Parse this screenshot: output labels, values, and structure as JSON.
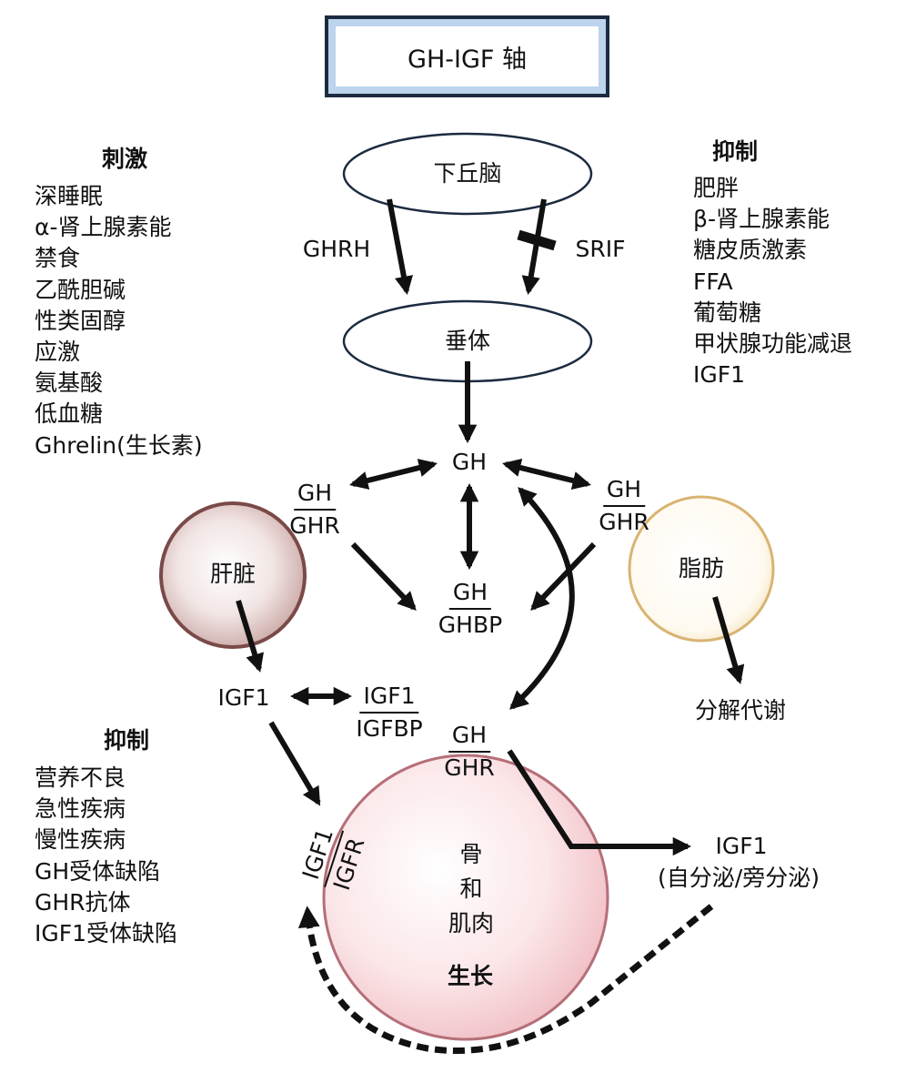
{
  "title": "GH-IGF 轴",
  "nodes": {
    "hypothalamus": "下丘脑",
    "pituitary": "垂体",
    "liver": "肝脏",
    "fat": "脂肪",
    "bone_muscle": [
      "骨",
      "和",
      "肌肉"
    ],
    "growth": "生长"
  },
  "hormones": {
    "ghrh": "GHRH",
    "srif": "SRIF",
    "gh": "GH",
    "igf1_liver": "IGF1",
    "igf1_auto": "IGF1",
    "auto_paracrine": "(自分泌/旁分泌)",
    "lipolysis": "分解代谢"
  },
  "fractions": {
    "gh_ghr_left": {
      "top": "GH",
      "bottom": "GHR"
    },
    "gh_ghr_right": {
      "top": "GH",
      "bottom": "GHR"
    },
    "gh_ghbp": {
      "top": "GH",
      "bottom": "GHBP"
    },
    "igf1_igfbp": {
      "top": "IGF1",
      "bottom": "IGFBP"
    },
    "gh_ghr_bone": {
      "top": "GH",
      "bottom": "GHR"
    },
    "igf1_igfr": {
      "top": "IGF1",
      "bottom": "IGFR"
    }
  },
  "stimulate": {
    "heading": "刺激",
    "items": [
      "深睡眠",
      "α-肾上腺素能",
      "禁食",
      "乙酰胆碱",
      "性类固醇",
      "应激",
      "氨基酸",
      "低血糖",
      "Ghrelin(生长素)"
    ]
  },
  "inhibit_top": {
    "heading": "抑制",
    "items": [
      "肥胖",
      "β-肾上腺素能",
      "糖皮质激素",
      "FFA",
      "葡萄糖",
      "甲状腺功能减退",
      "IGF1"
    ]
  },
  "inhibit_bottom": {
    "heading": "抑制",
    "items": [
      "营养不良",
      "急性疾病",
      "慢性疾病",
      "GH受体缺陷",
      "GHR抗体",
      "IGF1受体缺陷"
    ]
  },
  "colors": {
    "title_border": "#1d2b40",
    "title_fill": "#bcd4ec",
    "ellipse_stroke": "#1d2b40",
    "liver_stroke": "#7a4a48",
    "liver_fill": "#c9a6a3",
    "fat_stroke": "#d8b472",
    "bone_stroke": "#b56f78",
    "bone_fill": "#f2c6cb",
    "arrow": "#111111"
  }
}
